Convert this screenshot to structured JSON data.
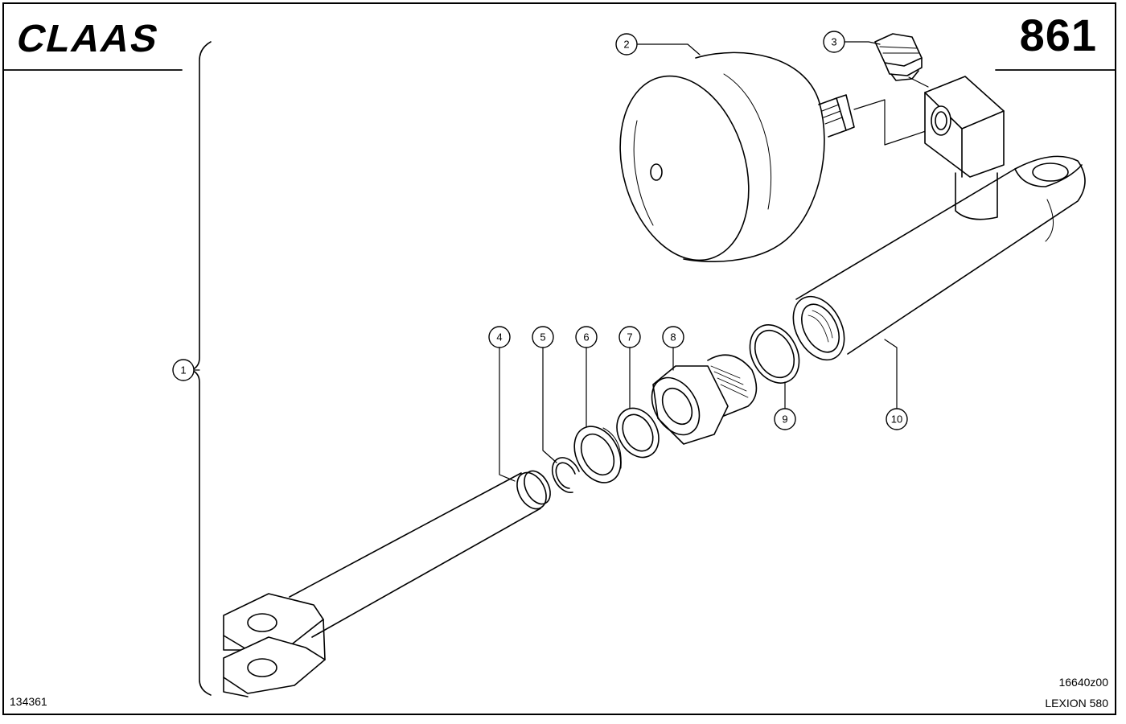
{
  "brand": {
    "logo_text": "CLAAS"
  },
  "header": {
    "page_number": "861"
  },
  "footer": {
    "drawing_number": "134361",
    "figure_ref": "16640z00",
    "model": "LEXION 580"
  },
  "callouts": [
    {
      "id": "1",
      "part": "assembly"
    },
    {
      "id": "2",
      "part": "accumulator"
    },
    {
      "id": "3",
      "part": "fitting"
    },
    {
      "id": "4",
      "part": "piston-rod"
    },
    {
      "id": "5",
      "part": "snap-ring"
    },
    {
      "id": "6",
      "part": "seal"
    },
    {
      "id": "7",
      "part": "ring"
    },
    {
      "id": "8",
      "part": "gland-nut"
    },
    {
      "id": "9",
      "part": "o-ring"
    },
    {
      "id": "10",
      "part": "cylinder-barrel"
    }
  ]
}
